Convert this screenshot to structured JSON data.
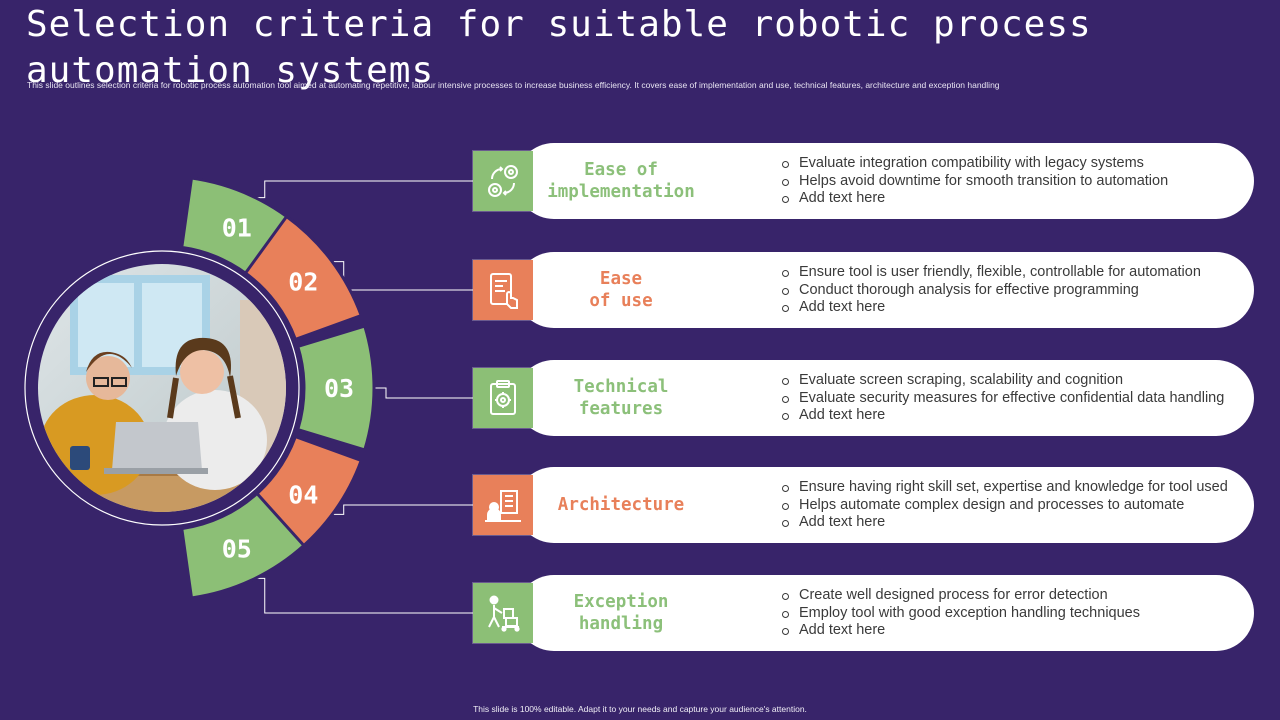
{
  "title": "Selection criteria for suitable robotic process automation systems",
  "subtitle": "This slide outlines selection criteria for robotic process automation tool aimed at automating repetitive, labour intensive processes to increase business efficiency. It covers ease of implementation and use, technical features, architecture and exception handling",
  "footer": "This slide is 100% editable. Adapt it to your needs and capture your audience's attention.",
  "colors": {
    "background": "#38246a",
    "green": "#8cbf76",
    "orange": "#e8805a",
    "card": "#ffffff",
    "text": "#3a3a3a"
  },
  "photo": {
    "alt": "two-students-with-laptop-photo"
  },
  "items": [
    {
      "number": "01",
      "title": "Ease of\nimplementation",
      "color": "green",
      "icon": "gears-process-icon",
      "bullets": [
        "Evaluate integration compatibility with legacy systems",
        "Helps avoid downtime for smooth transition to automation",
        "Add text here"
      ]
    },
    {
      "number": "02",
      "title": "Ease\nof use",
      "color": "orange",
      "icon": "touch-screen-icon",
      "bullets": [
        "Ensure tool is user friendly, flexible, controllable for automation",
        "Conduct thorough analysis for effective programming",
        "Add text here"
      ]
    },
    {
      "number": "03",
      "title": "Technical\nfeatures",
      "color": "green",
      "icon": "clipboard-gear-icon",
      "bullets": [
        "Evaluate screen scraping, scalability and cognition",
        "Evaluate security measures for effective confidential data handling",
        "Add text here"
      ]
    },
    {
      "number": "04",
      "title": "Architecture",
      "color": "orange",
      "icon": "building-worker-icon",
      "bullets": [
        "Ensure having right skill set, expertise and knowledge for tool used",
        "Helps automate complex design and processes to automate",
        "Add text here"
      ]
    },
    {
      "number": "05",
      "title": "Exception\nhandling",
      "color": "green",
      "icon": "person-cart-icon",
      "bullets": [
        "Create well designed process for error detection",
        "Employ tool with good exception handling techniques",
        "Add text here"
      ]
    }
  ]
}
